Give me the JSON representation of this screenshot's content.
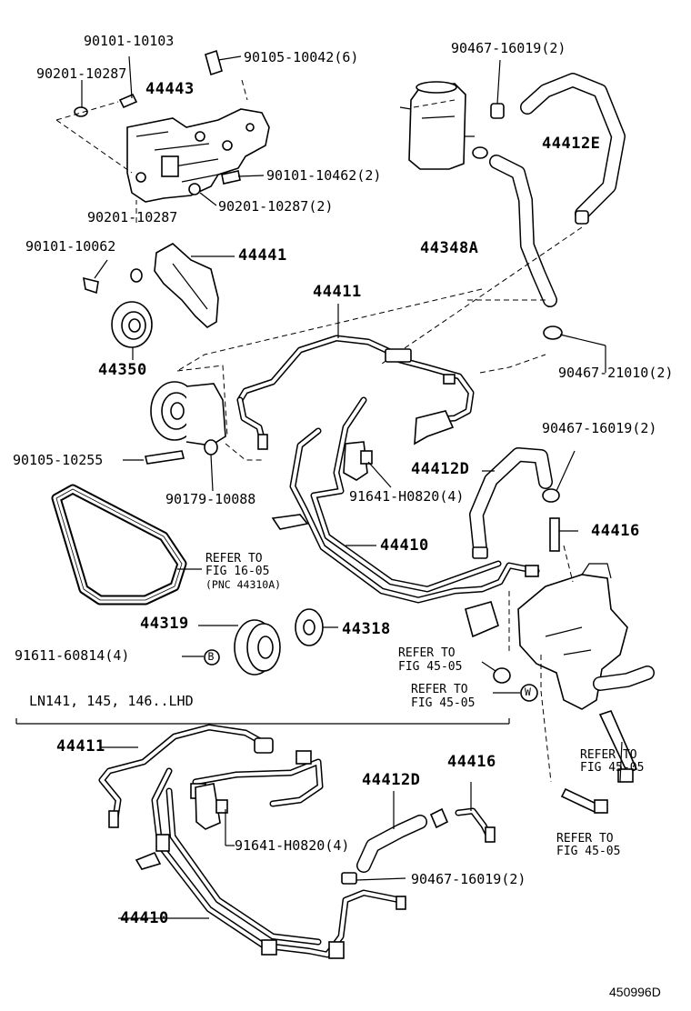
{
  "labels": {
    "p90101_10103": "90101-10103",
    "p90201_10287_a": "90201-10287",
    "p44443": "44443",
    "p90105_10042": "90105-10042(6)",
    "p90101_10462": "90101-10462(2)",
    "p90201_10287_2": "90201-10287(2)",
    "p90201_10287_b": "90201-10287",
    "p90101_10062": "90101-10062",
    "p44441": "44441",
    "p44350": "44350",
    "p90467_16019_top": "90467-16019(2)",
    "p44412E": "44412E",
    "p44348A": "44348A",
    "p90467_21010": "90467-21010(2)",
    "p44411_top": "44411",
    "p90105_10255": "90105-10255",
    "p90179_10088": "90179-10088",
    "p90467_16019_mid": "90467-16019(2)",
    "p44412D_mid": "44412D",
    "p91641_h0820_mid": "91641-H0820(4)",
    "p44416_mid": "44416",
    "p44410_top": "44410",
    "refer_fig16_a": "REFER TO",
    "refer_fig16_b": "FIG 16-05",
    "refer_fig16_c": "(PNC 44310A)",
    "p44319": "44319",
    "p44318": "44318",
    "p91611_60814": "91611-60814(4)",
    "badge_b": "B",
    "refer_45_a1": "REFER TO",
    "refer_45_a2": "FIG 45-05",
    "refer_45_b1": "REFER TO",
    "refer_45_b2": "FIG 45-05",
    "badge_w": "W",
    "variant_note": "LN141, 145, 146..LHD",
    "refer_45_c1": "REFER TO",
    "refer_45_c2": "FIG 45-05",
    "p44411_bot": "44411",
    "p44412D_bot": "44412D",
    "p44416_bot": "44416",
    "p91641_h0820_bot": "91641-H0820(4)",
    "p90467_16019_bot": "90467-16019(2)",
    "refer_45_d1": "REFER TO",
    "refer_45_d2": "FIG 45-05",
    "p44410_bot": "44410",
    "diagram_id": "450996D"
  }
}
